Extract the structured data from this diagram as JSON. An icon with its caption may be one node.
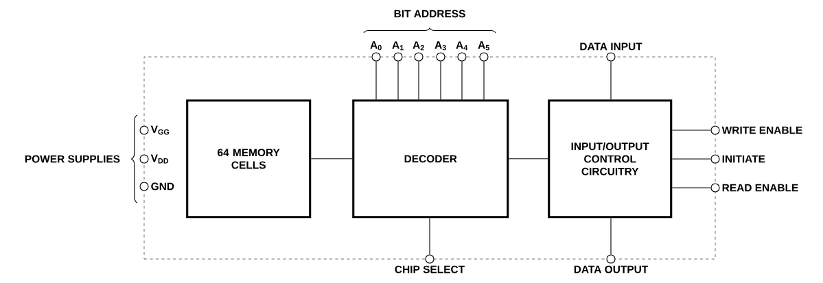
{
  "diagram": {
    "nodes": [
      {
        "text": [],
        "shape": "box"
      },
      {
        "text": [
          "64 MEMORY CELLS"
        ],
        "in": 0
      },
      {
        "text": [
          "DECODER"
        ],
        "in": 0
      },
      {
        "text": [
          "INPUT/OUTPUT CONTROL CIRCUITRY"
        ],
        "in": 0
      },
      {
        "text": [],
        "shape": "circle",
        "beside": [
          "V$_{GG}$"
        ]
      },
      {
        "text": [],
        "shape": "circle",
        "beside": [
          "V$_{DD}$"
        ]
      },
      {
        "text": [],
        "shape": "circle",
        "beside": [
          "GND"
        ]
      },
      {
        "text": [],
        "shape": "circle",
        "beside": [
          "A$_{0}$"
        ]
      },
      {
        "text": [],
        "shape": "circle",
        "beside": [
          "A$_{1}$"
        ]
      },
      {
        "text": [],
        "shape": "circle",
        "beside": [
          "A$_{2}$"
        ]
      },
      {
        "text": [],
        "shape": "circle",
        "beside": [
          "A$_{3}$"
        ]
      },
      {
        "text": [],
        "shape": "circle",
        "beside": [
          "A$_{4}$"
        ]
      },
      {
        "text": [],
        "shape": "circle",
        "beside": [
          "A$_{5}$"
        ]
      },
      {
        "text": [],
        "shape": "circle",
        "beside": [
          "DATA INPUT"
        ]
      },
      {
        "text": [],
        "shape": "circle",
        "beside": [
          "CHIP SELECT"
        ]
      },
      {
        "text": [],
        "shape": "circle",
        "beside": [
          "DATA OUTPUT"
        ]
      },
      {
        "text": [],
        "shape": "circle",
        "beside": [
          "WRITE ENABLE"
        ]
      },
      {
        "text": [],
        "shape": "circle",
        "beside": [
          "INITIATE"
        ]
      },
      {
        "text": [],
        "shape": "circle",
        "beside": [
          "READ ENABLE"
        ]
      }
    ],
    "edges": [
      {
        "from": 1,
        "to": 2,
        "arrow": "none"
      },
      {
        "from": 2,
        "to": 3,
        "arrow": "none"
      },
      {
        "from": 7,
        "to": 2,
        "arrow": "none"
      },
      {
        "from": 8,
        "to": 2,
        "arrow": "none"
      },
      {
        "from": 9,
        "to": 2,
        "arrow": "none"
      },
      {
        "from": 10,
        "to": 2,
        "arrow": "none"
      },
      {
        "from": 11,
        "to": 2,
        "arrow": "none"
      },
      {
        "from": 12,
        "to": 2,
        "arrow": "none"
      },
      {
        "from": 13,
        "to": 3,
        "arrow": "none"
      },
      {
        "from": 2,
        "to": 14,
        "arrow": "none"
      },
      {
        "from": 3,
        "to": 15,
        "arrow": "none"
      },
      {
        "from": 3,
        "to": 16,
        "arrow": "none"
      },
      {
        "from": 3,
        "to": 17,
        "arrow": "none"
      },
      {
        "from": 3,
        "to": 18,
        "arrow": "none"
      }
    ],
    "labels": [
      "BIT ADDRESS",
      "POWER SUPPLIES"
    ]
  }
}
